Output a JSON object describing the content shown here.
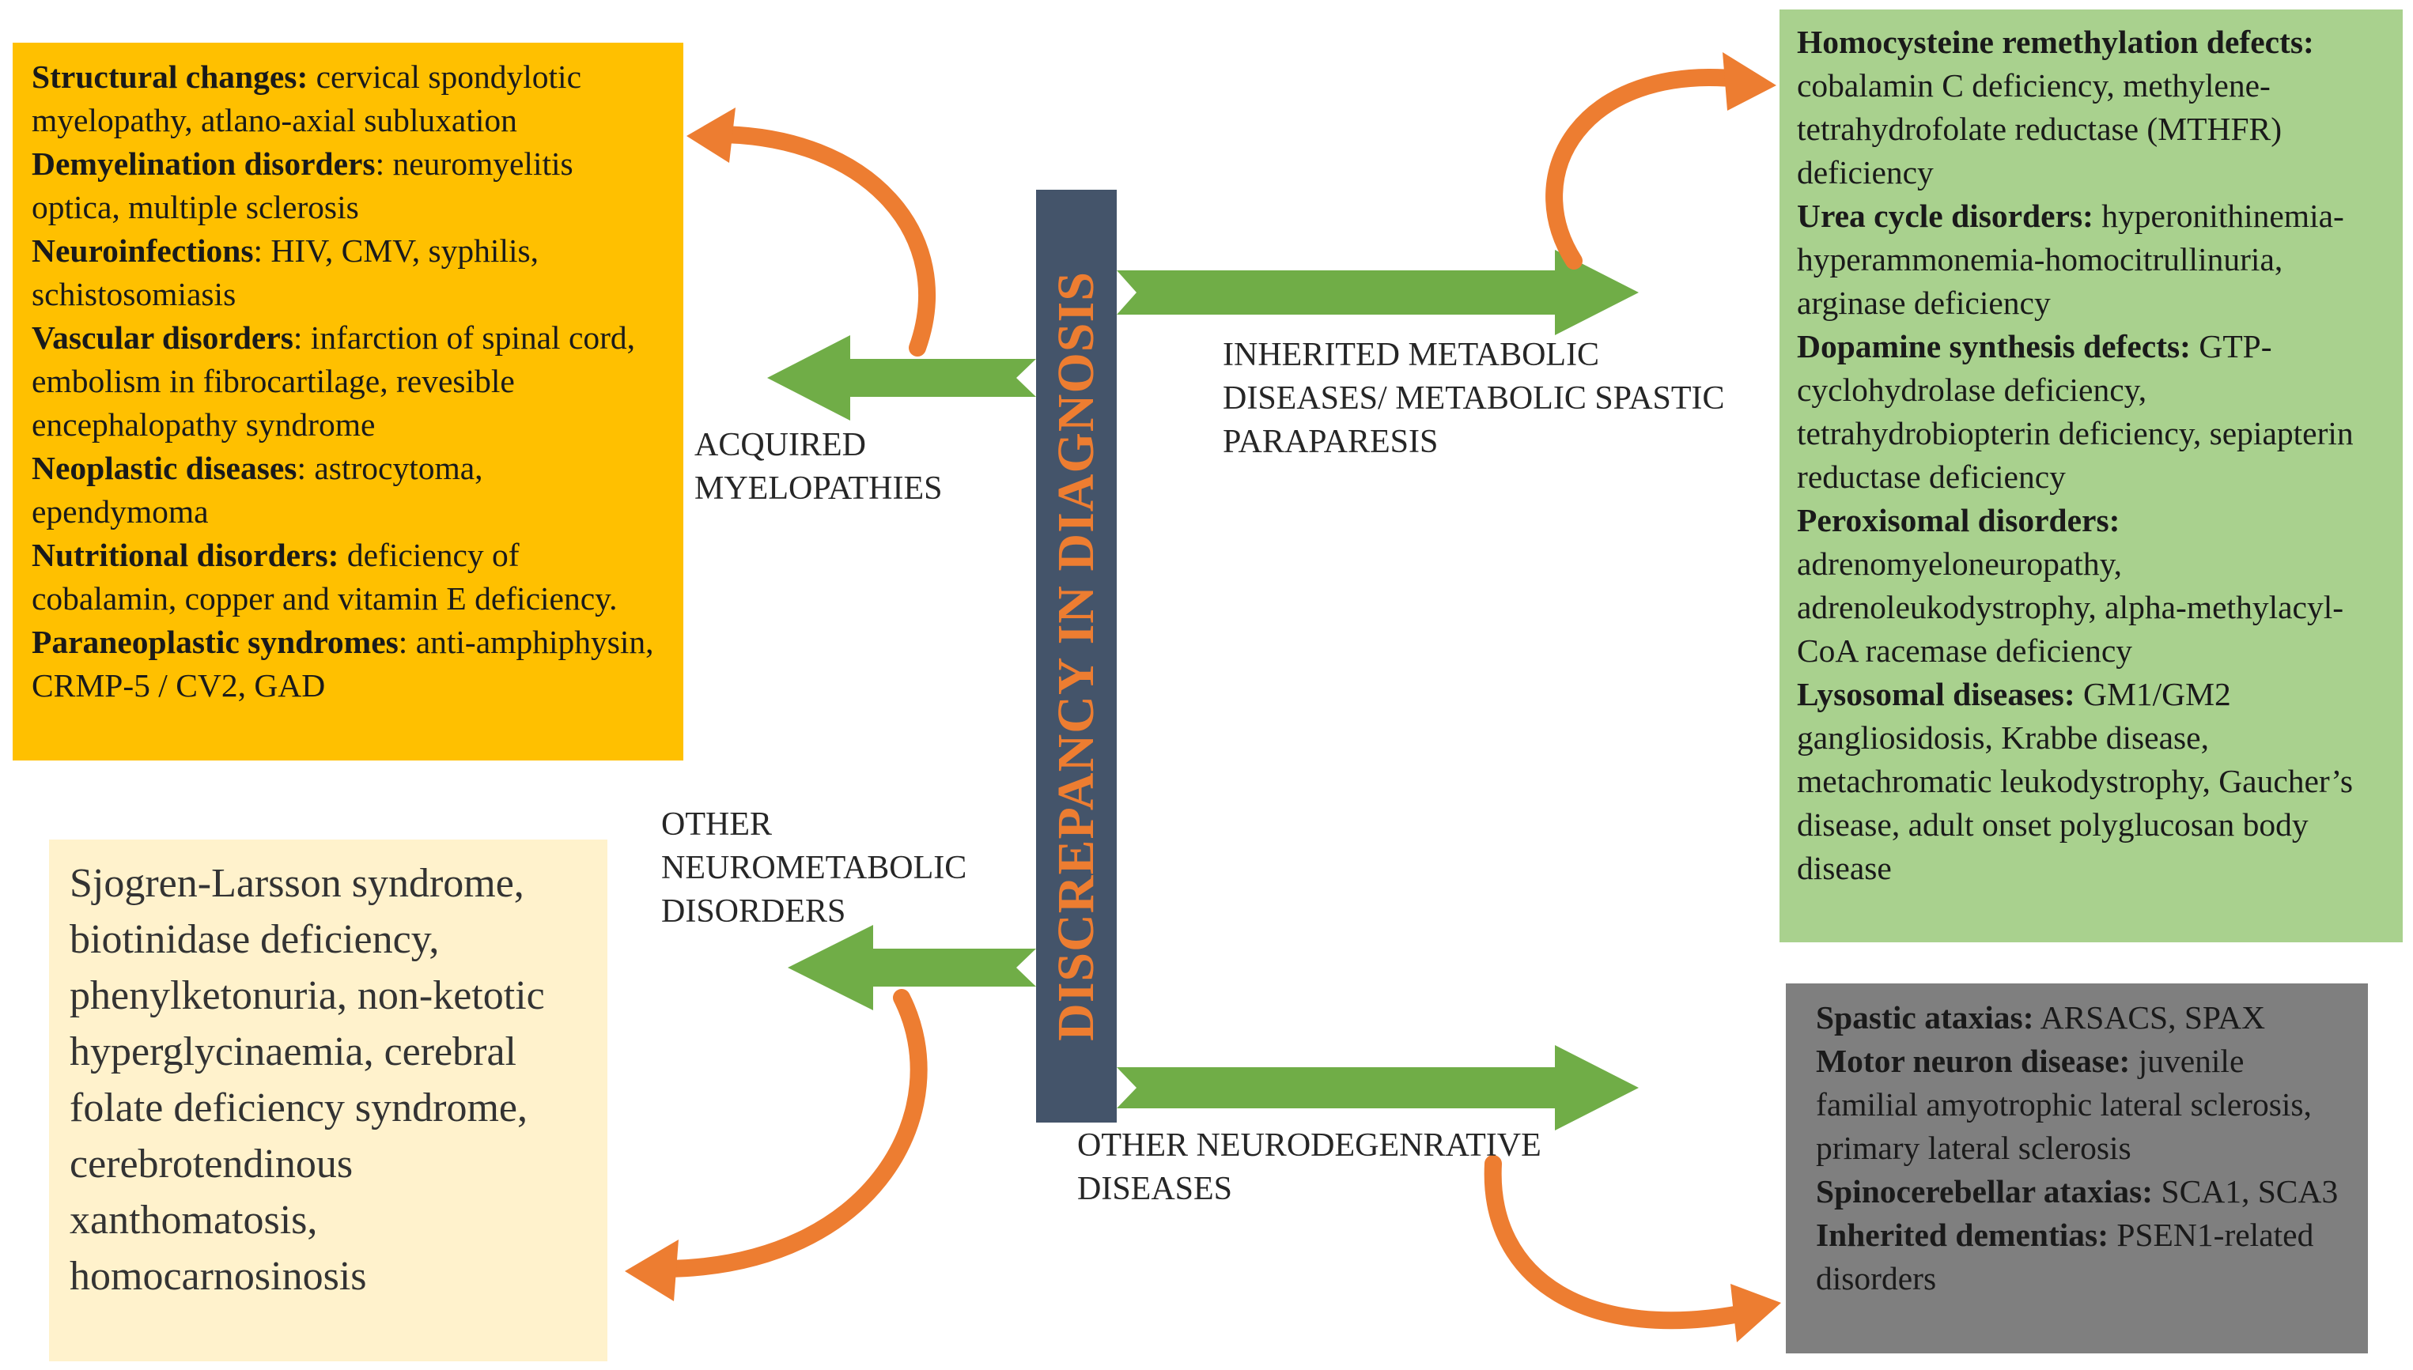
{
  "colors": {
    "acquired_box": "#ffc000",
    "metabolic_box": "#a9d18e",
    "neurometabolic_box": "#fff2cc",
    "neurodegenerative_box": "#7f7f7f",
    "center_bar": "#44546a",
    "center_text": "#ed7d31",
    "straight_arrow": "#70ad47",
    "curved_arrow": "#ed7d31"
  },
  "center": {
    "title": "DISCREPANCY IN DIAGNOSIS"
  },
  "labels": {
    "acquired": "ACQUIRED\nMYELOPATHIES",
    "metabolic": "INHERITED METABOLIC\nDISEASES/ METABOLIC SPASTIC\nPARAPARESIS",
    "neurometabolic": "OTHER\nNEUROMETABOLIC\nDISORDERS",
    "neurodegenerative": "OTHER NEURODEGENRATIVE\nDISEASES"
  },
  "acquired": [
    {
      "head": "Structural changes:",
      "text": " cervical spondylotic myelopathy, atlano-axial  subluxation"
    },
    {
      "head": "Demyelination disorders",
      "text": ": neuromyelitis optica, multiple  sclerosis"
    },
    {
      "head": "Neuroinfections",
      "text": ": HIV, CMV, syphilis, schistosomiasis"
    },
    {
      "head": "Vascular disorders",
      "text": ": infarction  of spinal cord, embolism in fibrocartilage,  revesible encephalopathy syndrome"
    },
    {
      "head": "Neoplastic diseases",
      "text": ": astrocytoma, ependymoma"
    },
    {
      "head": "Nutritional disorders:",
      "text": " deficiency  of cobalamin,  copper and vitamin  E deficiency."
    },
    {
      "head": "Paraneoplastic syndromes",
      "text": ": anti-amphiphysin,  CRMP-5 / CV2, GAD"
    }
  ],
  "metabolic": [
    {
      "head": "Homocysteine remethylation defects:",
      "text": " cobalamin C deficiency, methylene-tetrahydrofolate reductase (MTHFR) deficiency"
    },
    {
      "head": "Urea cycle disorders:",
      "text": " hyperonithinemia-hyperammonemia-homocitrullinuria,  arginase deficiency"
    },
    {
      "head": "Dopamine synthesis defects:",
      "text": " GTP-cyclohydrolase deficiency, tetrahydrobiopterin  deficiency, sepiapterin  reductase deficiency"
    },
    {
      "head": "Peroxisomal disorders:",
      "text": " adrenomyeloneuropathy, adrenoleukodystrophy, alpha-methylacyl-CoA  racemase deficiency"
    },
    {
      "head": "Lysosomal diseases:",
      "text": " GM1/GM2 gangliosidosis, Krabbe disease, metachromatic  leukodystrophy, Gaucher’s disease, adult onset polyglucosan body disease"
    }
  ],
  "neurometabolic": {
    "text": "Sjogren-Larsson syndrome, biotinidase deficiency, phenylketonuria, non-ketotic hyperglycinaemia, cerebral folate deficiency syndrome, cerebrotendinous xanthomatosis, homocarnosinosis"
  },
  "neurodegenerative": [
    {
      "head": "Spastic ataxias:",
      "text": " ARSACS, SPAX"
    },
    {
      "head": "Motor neuron disease:",
      "text": " juvenile familial  amyotrophic lateral sclerosis, primary  lateral  sclerosis"
    },
    {
      "head": "Spinocerebellar ataxias:",
      "text": " SCA1, SCA3"
    },
    {
      "head": "Inherited dementias:",
      "text": " PSEN1-related disorders"
    }
  ]
}
